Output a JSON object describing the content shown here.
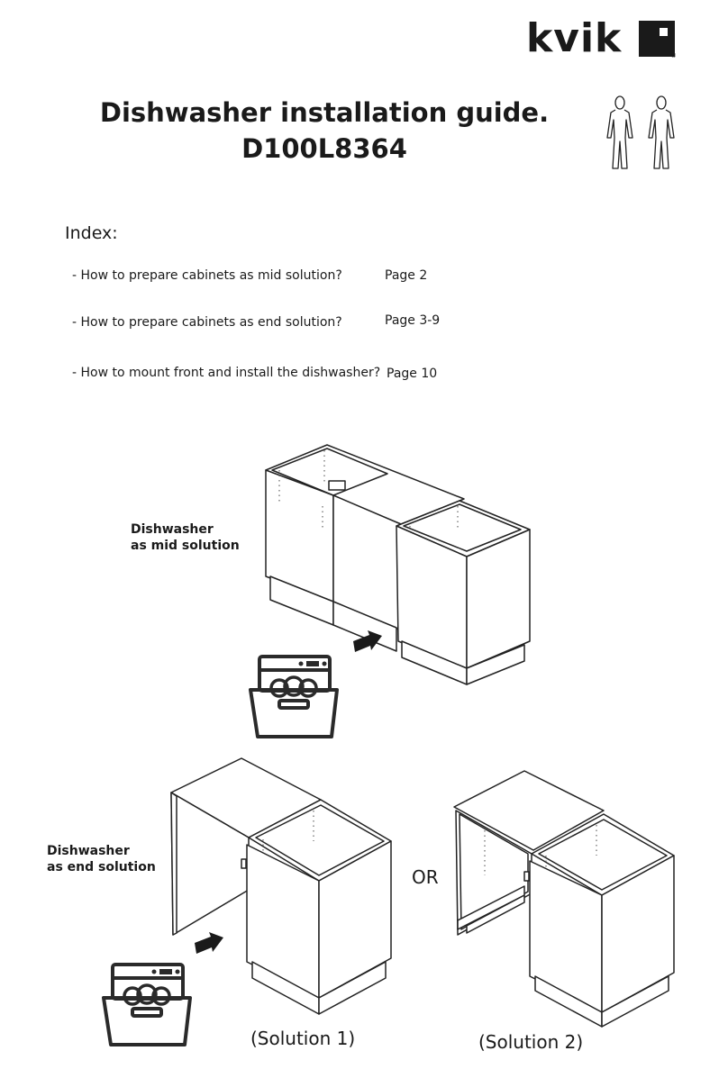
{
  "brand": {
    "name": "kvik",
    "registered": "®"
  },
  "title": {
    "line1": "Dishwasher installation guide.",
    "line2": "D100L8364"
  },
  "index": {
    "label": "Index:",
    "items": [
      {
        "text": "-  How to prepare cabinets as mid solution?",
        "page": "Page 2"
      },
      {
        "text": "-  How to prepare cabinets as end solution?",
        "page": "Page 3-9"
      },
      {
        "text": "-  How to mount front and install the dishwasher?",
        "page": "Page 10"
      }
    ]
  },
  "illustrations": {
    "mid_caption": {
      "line1": "Dishwasher",
      "line2": "as mid solution"
    },
    "end_caption": {
      "line1": "Dishwasher",
      "line2": "as end solution"
    },
    "or_label": "OR",
    "solution1": "(Solution 1)",
    "solution2": "(Solution 2)"
  },
  "icons": [
    "two-persons-icon",
    "dishwasher-icon",
    "arrow-right-icon"
  ]
}
